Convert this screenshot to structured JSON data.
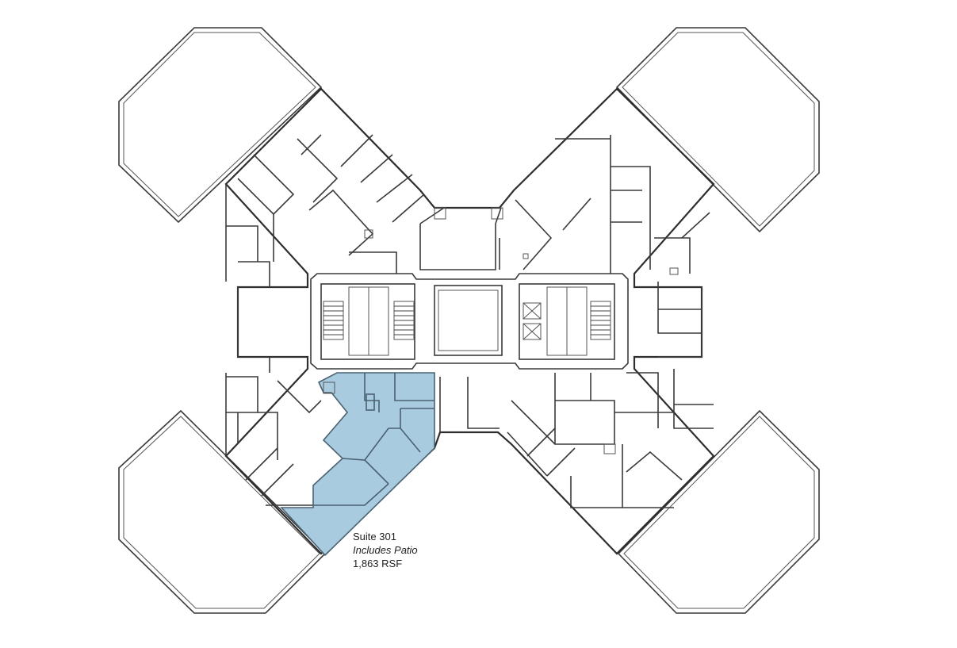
{
  "colors": {
    "suite_fill": "#a9cbdf",
    "wall": "#3a3a3a",
    "background": "#ffffff"
  },
  "suite": {
    "name": "Suite 301",
    "note": "Includes Patio",
    "area": "1,863 RSF"
  }
}
